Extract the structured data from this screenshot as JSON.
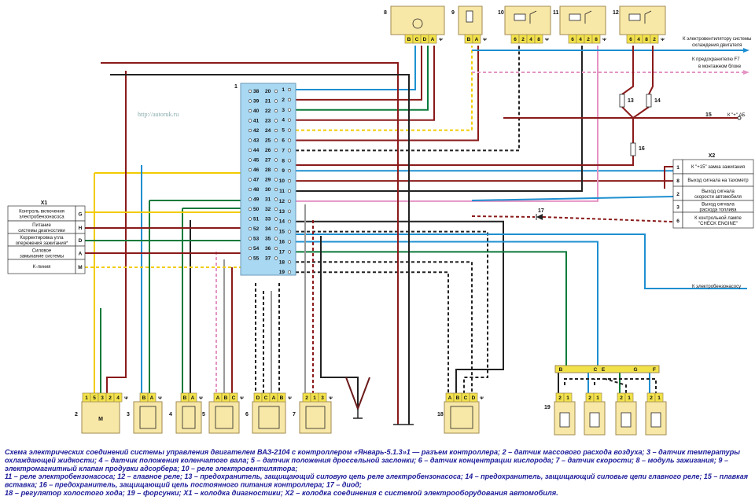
{
  "url": "http://autoruk.ru",
  "controller": {
    "label": "1",
    "left_pins": [
      "38",
      "39",
      "40",
      "41",
      "42",
      "43",
      "44",
      "45",
      "46",
      "47",
      "48",
      "49",
      "50",
      "51",
      "52",
      "53",
      "54",
      "55"
    ],
    "mid_pins": [
      "20",
      "21",
      "22",
      "23",
      "24",
      "25",
      "26",
      "27",
      "28",
      "29",
      "30",
      "31",
      "32",
      "33",
      "34",
      "35",
      "36",
      "37"
    ],
    "right_pins": [
      "1",
      "2",
      "3",
      "4",
      "5",
      "6",
      "7",
      "8",
      "9",
      "10",
      "11",
      "12",
      "13",
      "14",
      "15",
      "16",
      "17",
      "18",
      "19"
    ]
  },
  "top_components": [
    {
      "label": "8",
      "pins": [
        "B",
        "C",
        "D",
        "A"
      ]
    },
    {
      "label": "9",
      "pins": [
        "B",
        "A"
      ]
    },
    {
      "label": "10",
      "pins": [
        "6",
        "2",
        "4",
        "8"
      ]
    },
    {
      "label": "11",
      "pins": [
        "6",
        "4",
        "2",
        "8"
      ]
    },
    {
      "label": "12",
      "pins": [
        "6",
        "4",
        "8",
        "2"
      ]
    }
  ],
  "bottom_components": [
    {
      "label": "2",
      "pins": [
        "1",
        "5",
        "3",
        "2",
        "4"
      ],
      "inner": "M"
    },
    {
      "label": "3",
      "pins": [
        "B",
        "A"
      ]
    },
    {
      "label": "4",
      "pins": [
        "B",
        "A"
      ]
    },
    {
      "label": "5",
      "pins": [
        "A",
        "B",
        "C"
      ]
    },
    {
      "label": "6",
      "pins": [
        "D",
        "C",
        "A",
        "B"
      ]
    },
    {
      "label": "7",
      "pins": [
        "2",
        "1",
        "3"
      ]
    },
    {
      "label": "18",
      "pins": [
        "A",
        "B",
        "C",
        "D"
      ]
    }
  ],
  "injectors": {
    "label": "19",
    "pins": [
      "2",
      "1"
    ],
    "bar_letters": [
      "B",
      "C",
      "E",
      "G",
      "F"
    ]
  },
  "fuses": {
    "f13": "13",
    "f14": "14",
    "f15": "15",
    "f16": "16",
    "diode": "17"
  },
  "right_labels": {
    "fan_1": "К электровентилятору системы",
    "fan_2": "охлаждения двигателя",
    "fuse_1": "К предохранителю F7",
    "fuse_2": "в монтажном блоке",
    "battery": "К \"+\" АБ",
    "pump": "К электробензонасосу"
  },
  "x1": {
    "title": "X1",
    "rows": [
      {
        "text1": "Контроль включения",
        "text2": "электробензонасоса",
        "pin": "G"
      },
      {
        "text1": "Питание",
        "text2": "системы диагностики",
        "pin": "H"
      },
      {
        "text1": "Корректировка угла",
        "text2": "опережения зажигания*",
        "pin": "D"
      },
      {
        "text1": "Силовое",
        "text2": "замыкание системы",
        "pin": "A"
      },
      {
        "text1": "K-линия",
        "text2": "",
        "pin": "M"
      }
    ]
  },
  "x2": {
    "title": "X2",
    "rows": [
      {
        "pin": "1",
        "text1": "К \"+15\" замка зажигания",
        "text2": ""
      },
      {
        "pin": "8",
        "text1": "Выход сигнала на тахометр",
        "text2": ""
      },
      {
        "pin": "2",
        "text1": "Выход сигнала",
        "text2": "скорости автомобиля"
      },
      {
        "pin": "3",
        "text1": "Выход сигнала",
        "text2": "расхода топлива"
      },
      {
        "pin": "6",
        "text1": "К контрольной лампе",
        "text2": "\"CHECK ENGINE\""
      }
    ]
  },
  "caption": [
    "Схема электрических соединений системы управления двигателем ВАЗ-2104 с контроллером «Январь-5.1.3»1 — разъем контроллера; 2 – датчик массового расхода воздуха; 3 – датчик температуры",
    "охлаждающей жидкости; 4 – датчик положения коленчатого вала; 5 – датчик положения дроссельной заслонки; 6 – датчик концентрации кислорода; 7 – датчик скорости; 8 – модуль зажигания; 9 –",
    "электромагнитный клапан продувки адсорбера; 10 – реле электровентилятора;",
    "11 – реле электробензонасоса; 12 – главное реле; 13 – предохранитель, защищающий силовую цепь реле электробензонасоса; 14 – предохранитель, защищающий силовые цепи главного реле; 15 – плавкая",
    "вставка; 16 – предохранитель, защищающий цепь постоянного питания контроллера; 17 – диод;",
    "18 – регулятор холостого хода; 19 – форсунки; X1 – колодка диагностики; X2 – колодка соединения с системой электрооборудования автомобиля."
  ],
  "colors": {
    "component_fill": "#f8e8a8",
    "pin_strip": "#f2e24a",
    "controller_fill": "#a9d8f2",
    "caption": "#1a1a9a",
    "wire_red": "#8b1a1a",
    "wire_blue": "#1e8fd0",
    "wire_green": "#0a7a3a",
    "wire_yellow": "#f2cc00",
    "wire_pink": "#e494c4"
  }
}
